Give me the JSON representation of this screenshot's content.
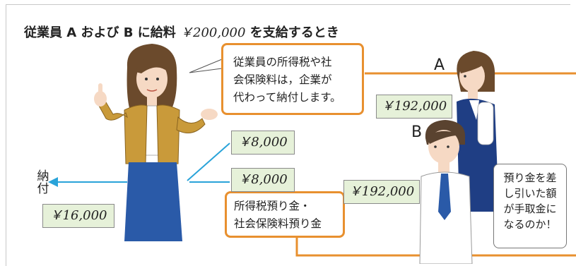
{
  "title": {
    "before": "従業員 A および B に給料",
    "amount": "￥200,000",
    "after": "を支給するとき"
  },
  "callouts": {
    "employer_note": [
      "従業員の所得税や社",
      "会保険料は，企業が",
      "代わって納付します。"
    ],
    "withholding": [
      "所得税預り金・",
      "社会保険料預り金"
    ]
  },
  "speech": {
    "employee_question": [
      "預り金を差",
      "し引いた額",
      "が手取金に",
      "なるのか！"
    ]
  },
  "amounts": {
    "a_net": "￥192,000",
    "b_net": "￥192,000",
    "withhold_a": "￥8,000",
    "withhold_b": "￥8,000",
    "payment_total": "￥16,000"
  },
  "labels": {
    "employee_a": "A",
    "employee_b": "B",
    "payment": [
      "納",
      "付"
    ]
  },
  "colors": {
    "arrow_blue": "#29a3d9",
    "callout_orange": "#e8902f",
    "amount_green": "#e6f1d9",
    "jacket": "#c99a3a",
    "skirt_blue": "#2a5aa8"
  }
}
